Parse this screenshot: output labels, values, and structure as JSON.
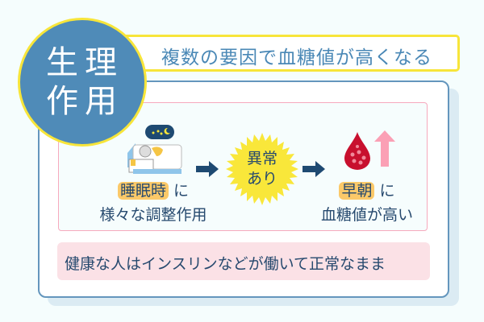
{
  "badge": {
    "line1": "生理",
    "line2": "作用"
  },
  "header": {
    "title": "複数の要因で血糖値が高くなる"
  },
  "flow": {
    "step1": {
      "highlight": "睡眠時",
      "suffix": "に",
      "line2": "様々な調整作用",
      "icon": "sleeping-person-icon"
    },
    "step2": {
      "line1": "異常",
      "line2": "あり",
      "icon": "starburst-icon"
    },
    "step3": {
      "highlight": "早朝",
      "suffix": "に",
      "line2": "血糖値が高い",
      "icon": "blood-drop-icon"
    }
  },
  "note": {
    "text": "健康な人はインスリンなどが働いて正常なまま"
  },
  "colors": {
    "accent_blue": "#4f8bb8",
    "yellow": "#f7e53a",
    "pink": "#f6a9bd",
    "navy": "#26496e"
  }
}
